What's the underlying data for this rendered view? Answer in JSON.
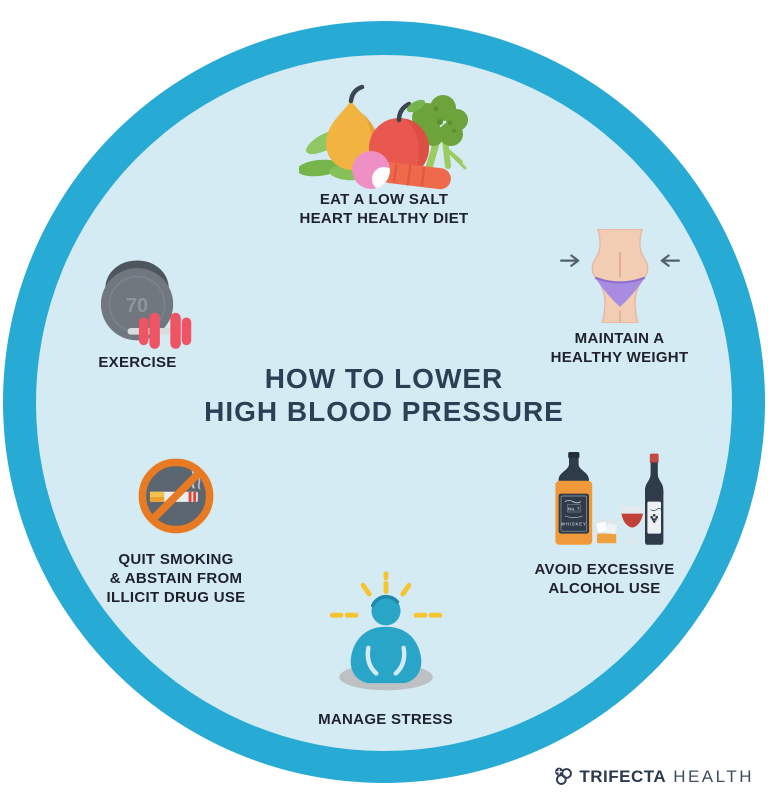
{
  "title": {
    "line1": "HOW TO LOWER",
    "line2": "HIGH BLOOD PRESSURE"
  },
  "items": {
    "diet": {
      "lines": [
        "EAT A LOW SALT",
        "HEART HEALTHY DIET"
      ]
    },
    "exercise": {
      "lines": [
        "EXERCISE"
      ],
      "kettlebell_weight": "70"
    },
    "weight": {
      "lines": [
        "MAINTAIN A",
        "HEALTHY WEIGHT"
      ]
    },
    "smoking": {
      "lines": [
        "QUIT SMOKING",
        "& ABSTAIN FROM",
        "ILLICIT DRUG USE"
      ]
    },
    "alcohol": {
      "lines": [
        "AVOID EXCESSIVE",
        "ALCOHOL USE"
      ],
      "whiskey_no": "No. 7",
      "whiskey_word": "WHISKEY"
    },
    "stress": {
      "lines": [
        "MANAGE STRESS"
      ]
    }
  },
  "brand": {
    "name_bold": "TRIFECTA",
    "name_light": "HEALTH"
  },
  "icons": {
    "diet": "fruits-vegetables-icon",
    "exercise": "kettlebell-dumbbell-icon",
    "weight": "waist-icon",
    "smoking": "no-smoking-icon",
    "alcohol": "alcohol-bottles-icon",
    "stress": "meditation-icon",
    "brand": "trifecta-logo-icon"
  },
  "colors": {
    "ring": "#27aad4",
    "circle_fill": "#d4ebf4",
    "title_text": "#2d3f55",
    "label_text": "#1f222b",
    "prohibition_orange": "#e87a24",
    "meditation_teal": "#29a5c8",
    "ray_yellow": "#f6c431",
    "dumbbell_red": "#ee5464",
    "brand_navy": "#2c3a4f"
  }
}
